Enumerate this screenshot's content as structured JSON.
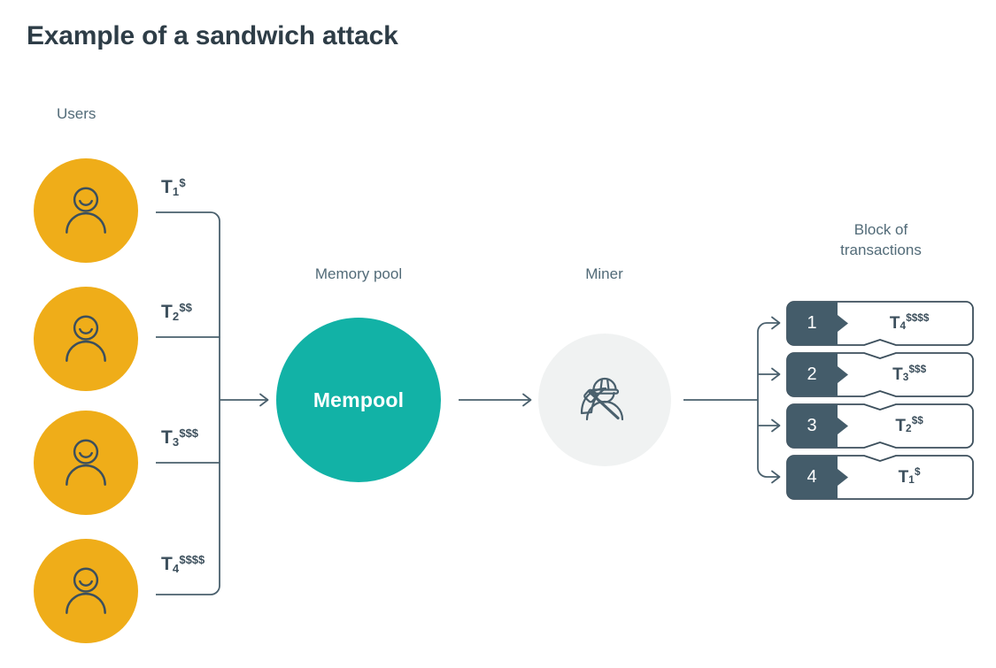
{
  "title": "Example of a sandwich attack",
  "colors": {
    "title": "#2e3d47",
    "label": "#526b78",
    "avatar_fill": "#efad19",
    "avatar_stroke": "#3c4f5c",
    "mempool_fill": "#12b2a6",
    "mempool_text": "#ffffff",
    "miner_fill": "#f0f2f2",
    "miner_stroke": "#4a606d",
    "line": "#4a606d",
    "badge_fill": "#445c6a",
    "row_border": "#3c4f5c",
    "row_fill": "#ffffff",
    "tx_text": "#3c4f5c"
  },
  "users": {
    "label": "Users",
    "icon": "user-avatar-icon",
    "items": [
      {
        "tx": "T",
        "index": "1",
        "fee": "$"
      },
      {
        "tx": "T",
        "index": "2",
        "fee": "$$"
      },
      {
        "tx": "T",
        "index": "3",
        "fee": "$$$"
      },
      {
        "tx": "T",
        "index": "4",
        "fee": "$$$$"
      }
    ]
  },
  "mempool": {
    "label": "Memory pool",
    "text": "Mempool"
  },
  "miner": {
    "label": "Miner",
    "icon": "miner-pickaxe-icon"
  },
  "block": {
    "label_line1": "Block of",
    "label_line2": "transactions",
    "rows": [
      {
        "number": "1",
        "tx": "T",
        "index": "4",
        "fee": "$$$$"
      },
      {
        "number": "2",
        "tx": "T",
        "index": "3",
        "fee": "$$$"
      },
      {
        "number": "3",
        "tx": "T",
        "index": "2",
        "fee": "$$"
      },
      {
        "number": "4",
        "tx": "T",
        "index": "1",
        "fee": "$"
      }
    ]
  }
}
